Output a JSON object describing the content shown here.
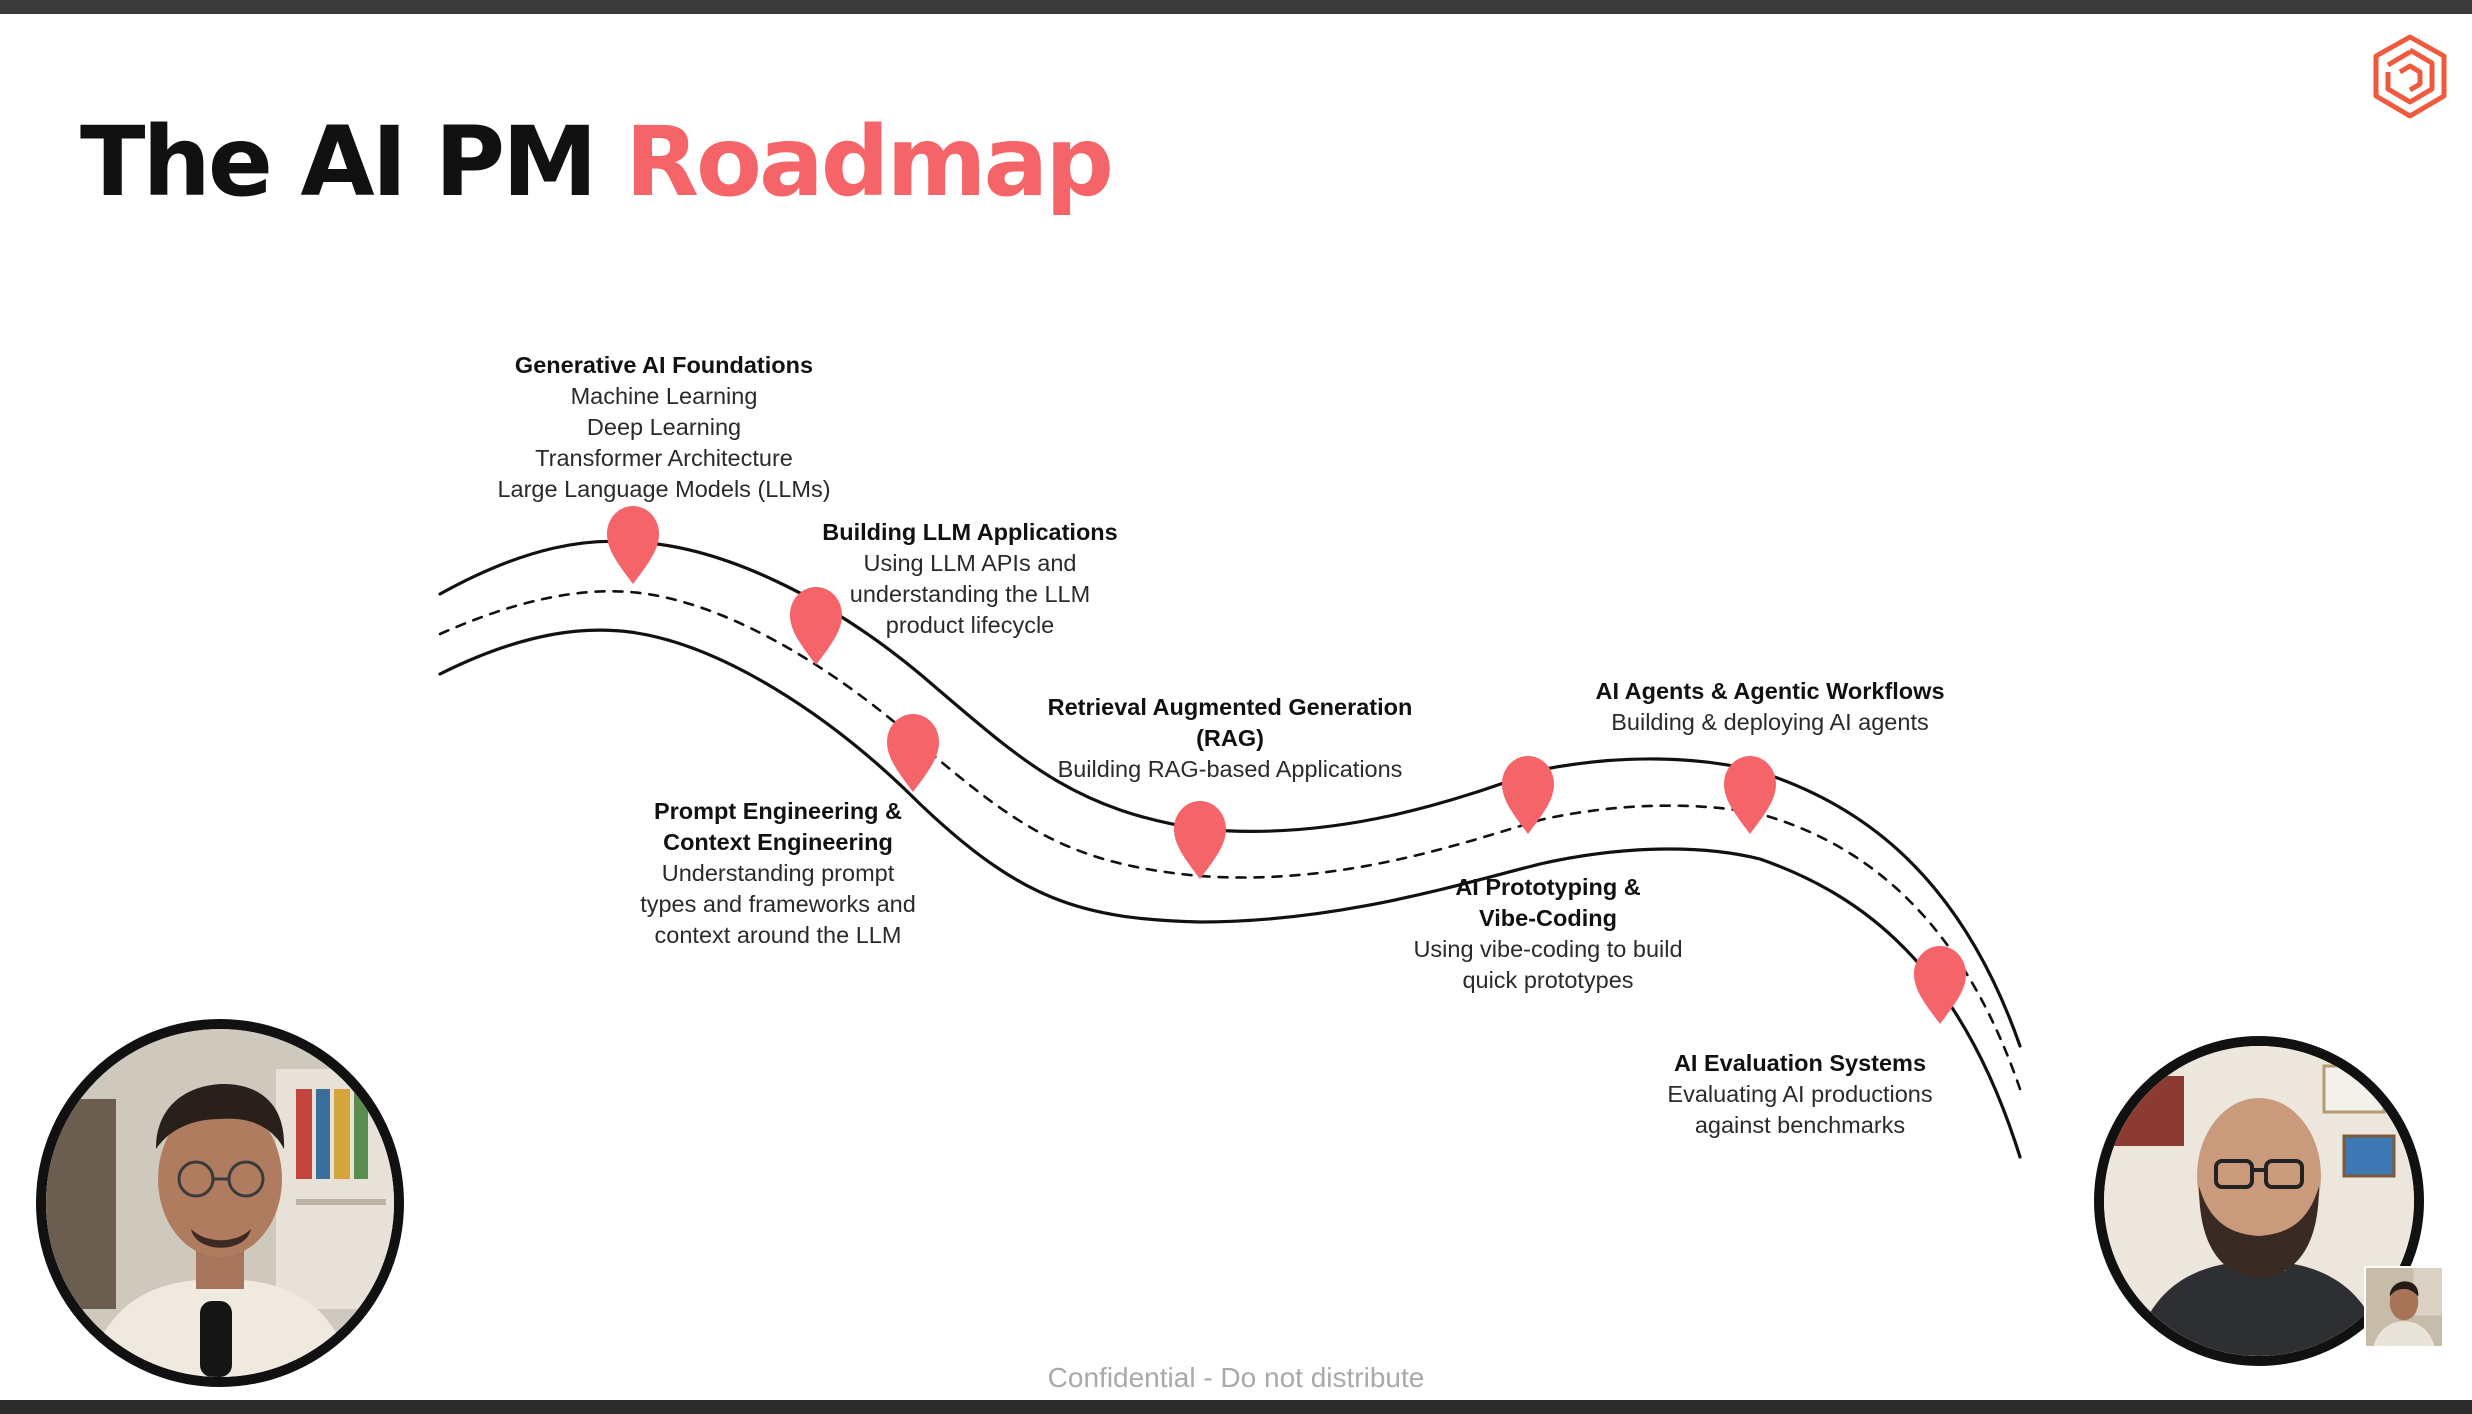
{
  "slide": {
    "title_main": "The AI PM",
    "title_accent": "Roadmap",
    "accent_color": "#f56468",
    "logo_icon": "hexagon-logo-icon",
    "footer": "Confidential - Do not distribute"
  },
  "milestones": [
    {
      "heading": "Generative AI Foundations",
      "lines": [
        "Machine Learning",
        "Deep Learning",
        "Transformer Architecture",
        "Large Language Models (LLMs)"
      ]
    },
    {
      "heading": "Building LLM Applications",
      "lines": [
        "Using LLM APIs and",
        "understanding the LLM",
        "product lifecycle"
      ]
    },
    {
      "heading": "Prompt Engineering &",
      "heading2": "Context Engineering",
      "lines": [
        "Understanding prompt",
        "types and frameworks and",
        "context around the LLM"
      ]
    },
    {
      "heading": "Retrieval Augmented Generation",
      "heading2": "(RAG)",
      "lines": [
        "Building RAG-based Applications"
      ]
    },
    {
      "heading": "AI Prototyping &",
      "heading2": "Vibe-Coding",
      "lines": [
        "Using vibe-coding to build",
        "quick prototypes"
      ]
    },
    {
      "heading": "AI Agents & Agentic Workflows",
      "lines": [
        "Building & deploying AI agents"
      ]
    },
    {
      "heading": "AI Evaluation Systems",
      "lines": [
        "Evaluating AI productions",
        "against benchmarks"
      ]
    }
  ],
  "pin_color": "#f56468",
  "participants": [
    {
      "name": "video-participant-left"
    },
    {
      "name": "video-participant-right"
    }
  ]
}
